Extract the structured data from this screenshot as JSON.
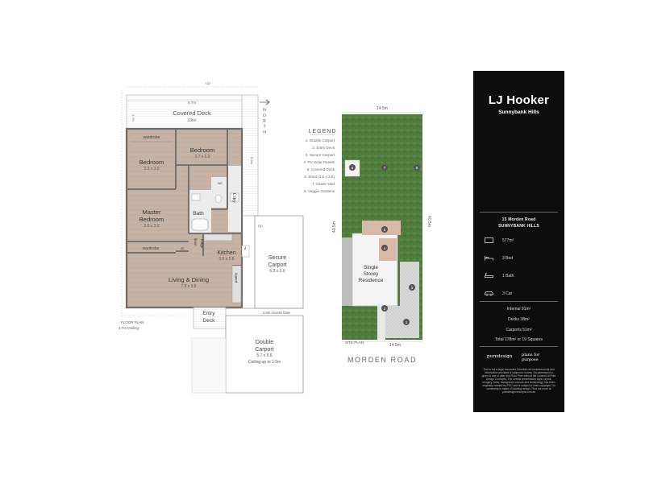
{
  "floor_plan": {
    "deck_up": "Up",
    "covered_deck": {
      "label": "Covered Deck",
      "area": "33m²",
      "width": "6.7m",
      "height": "3.7m"
    },
    "north": [
      "N",
      "O",
      "R",
      "T",
      "H"
    ],
    "side_dim": "6.2m",
    "rooms": {
      "bedroom2": {
        "name": "Bedroom",
        "size": "3.7 x 2.9"
      },
      "bedroom3": {
        "name": "Bedroom",
        "size": "3.3 x 3.0"
      },
      "master": {
        "name1": "Master",
        "name2": "Bedroom",
        "size": "3.6 x 3.0"
      },
      "wardrobe_top": "wardrobe",
      "wardrobe_bottom": "wardrobe",
      "wir": "st",
      "bath": "Bath",
      "wc": "wc",
      "ldry": "L'dry",
      "linen": "linen",
      "fridge": "fridge",
      "kitchen": {
        "name": "Kitchen",
        "size": "3.6 x 2.8"
      },
      "pantry": "pantry",
      "living": {
        "name": "Living & Dining",
        "size": "7.8 x 3.6"
      }
    },
    "carport_secure": {
      "name1": "Secure",
      "name2": "Carport",
      "size": "6.3 x 3.0",
      "up": "Up"
    },
    "entry_deck": {
      "name1": "Entry",
      "name2": "Deck",
      "up": "Up"
    },
    "access_gate": "3.0m Access Gate",
    "double_carport": {
      "name1": "Double",
      "name2": "Carport",
      "size": "5.7 x 5.6",
      "ceiling": "Ceiling up to 3.5m"
    },
    "caption1": "FLOOR PLAN",
    "caption2": "2.7m Ceiling",
    "d": "d"
  },
  "legend": {
    "title": "LEGEND",
    "items": [
      "1. Double Carport",
      "2. Entry Deck",
      "3. Secure Carport",
      "4. PV Solar Panels",
      "5. Covered Deck",
      "6. Shed (3.5 x 3.5)",
      "7. Grass Yard",
      "8. Veggie Gardens"
    ]
  },
  "site_plan": {
    "top_dim": "14.5m",
    "bottom_dim": "14.5m",
    "left_dim": "40.5m",
    "right_dim": "40.5m",
    "residence1": "Single",
    "residence2": "Storey",
    "residence3": "Residence",
    "markers": [
      "1",
      "2",
      "3",
      "4",
      "5",
      "6",
      "7",
      "8"
    ],
    "caption": "SITE PLAN",
    "road": "MORDEN ROAD"
  },
  "panel": {
    "brand": "LJ Hooker",
    "office": "Sunnybank Hills",
    "address1": "15 Morden Road",
    "address2": "SUNNYBANK HILLS",
    "features": [
      {
        "icon": "land-size-icon",
        "value": "577m²"
      },
      {
        "icon": "bed-icon",
        "value": "3 Bed"
      },
      {
        "icon": "bath-icon",
        "value": "1 Bath"
      },
      {
        "icon": "car-icon",
        "value": "3 Car"
      }
    ],
    "areas": [
      "Internal 91m²",
      "Decks 38m²",
      "Carports 51m²",
      "Total 178m² or 19 Squares"
    ],
    "logo_left": "puredesign",
    "logo_right1": "plans for",
    "logo_right2": "purpose",
    "disclaimer": "This is not a legal document therefore all measurements and information provided is subject to survey. No permission is given to use or alter this Floor Plan without the consent of Pure Design Concepts. The overall presentation style, layout, imagery, fonts, background colours and terminology has been originally created by PDC and is subject to strict copyright. No ownership is made of building design. Find out more at puredesignconcepts.com.au"
  },
  "colors": {
    "panel_bg": "#0d0d0d",
    "floor_fill": "#c9b6a8",
    "wall": "#6b6b6b",
    "grass": "#4e7a3c"
  }
}
